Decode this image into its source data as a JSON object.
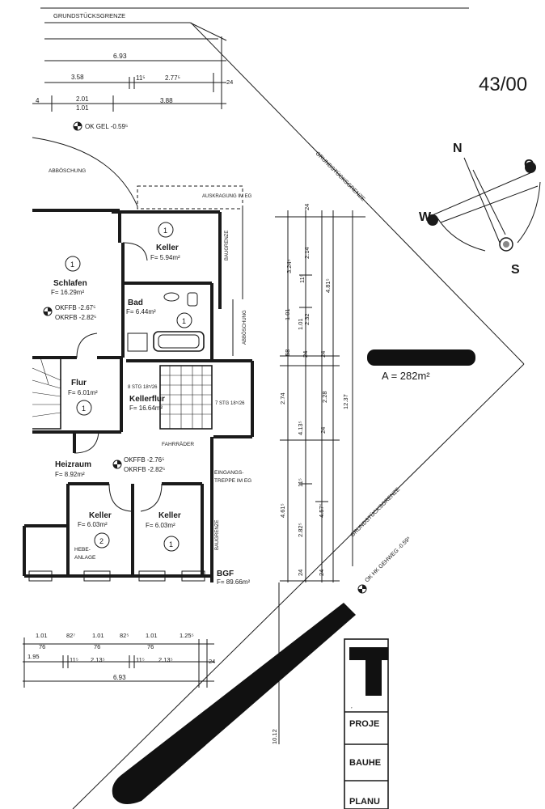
{
  "boundary": {
    "top_label": "GRUNDSTÜCKSGRENZE",
    "diag_label": "GRUNDSTÜCKSGRENZE",
    "lower_label": "GRUNDSTÜCKSGRENZE"
  },
  "handwritten_note": "43/00",
  "area_label": "A = 282m²",
  "top_dims": {
    "row1": [
      "6.93"
    ],
    "row2": [
      "3.58",
      "11⁵",
      "2.77⁵",
      "24"
    ],
    "row3": [
      "4",
      "2.01",
      "3.88"
    ],
    "row3b": [
      "1.01"
    ]
  },
  "ok_gel": "OK GEL -0.59⁵",
  "abboschung_top": "ABBÖSCHUNG",
  "auskragung": "AUSKRAGUNG IM EG",
  "baugrenze_right": "BAUGRENZE",
  "abboschung_right": "ABBÖSCHUNG",
  "rooms": {
    "keller_top": {
      "num": "1",
      "name": "Keller",
      "area": "F= 5.94m²"
    },
    "schlafen": {
      "num": "1",
      "name": "Schlafen",
      "area": "F= 16.29m²",
      "okffb": "OKFFB -2.67⁵",
      "okrfb": "OKRFB -2.82⁵"
    },
    "bad": {
      "num": "1",
      "name": "Bad",
      "area": "F= 6.44m²"
    },
    "flur": {
      "num": "1",
      "name": "Flur",
      "area": "F= 6.01m²"
    },
    "kellerflur": {
      "name": "Kellerflur",
      "area": "F= 16.64m²",
      "stg1": "8 STG 18⁵/26",
      "stg2": "7 STG 18⁵/26"
    },
    "heizraum": {
      "name": "Heizraum",
      "area": "F= 8.92m²"
    },
    "keller_left": {
      "num": "2",
      "name": "Keller",
      "area": "F= 6.03m²"
    },
    "keller_right": {
      "num": "1",
      "name": "Keller",
      "area": "F= 6.03m²"
    }
  },
  "level_mid": {
    "okffb": "OKFFB -2.76⁵",
    "okrfb": "OKRFB -2.82⁵"
  },
  "fahrraeder": "FAHRRÄDER",
  "eingang": {
    "l1": "EINGANGS-",
    "l2": "TREPPE IM EG"
  },
  "baugrenze_lower": "BAUGRENZE",
  "hebe": {
    "l1": "HEBE-",
    "l2": "ANLAGE"
  },
  "bgf": {
    "label": "BGF",
    "value": "F= 89.66m²"
  },
  "ok_hk": "OK HK GEHWEG -0.59⁵",
  "right_dims": {
    "a": [
      "24",
      "3.24⁵",
      "11⁵",
      "1.01",
      "1.01",
      "58",
      "24"
    ],
    "b": [
      "2.14",
      "2.32",
      "24"
    ],
    "c": [
      "4.81⁵",
      "2.28",
      "24"
    ],
    "d": [
      "2.74",
      "4.13⁵",
      "11⁵",
      "2.82⁵",
      "24"
    ],
    "e": [
      "4.57⁵",
      "24"
    ],
    "f": [
      "12.37"
    ],
    "g": [
      "4.61⁵"
    ]
  },
  "bottom_dims": {
    "row1": [
      "1.01",
      "82⁷",
      "1.01",
      "82⁵",
      "1.01",
      "1.25⁵"
    ],
    "row1b": [
      "76",
      "76",
      "76"
    ],
    "row2": [
      "1.95",
      "11⁵",
      "2.13⁵",
      "11⁵",
      "2.13⁵",
      "24"
    ],
    "row3": [
      "6.93"
    ],
    "vert": "10.12"
  },
  "compass": {
    "n": "N",
    "o": "O",
    "w": "W",
    "s": "S"
  },
  "title_block": {
    "big": "T",
    "proj": "PROJE",
    "bauh": "BAUHE",
    "planu": "PLANU"
  }
}
